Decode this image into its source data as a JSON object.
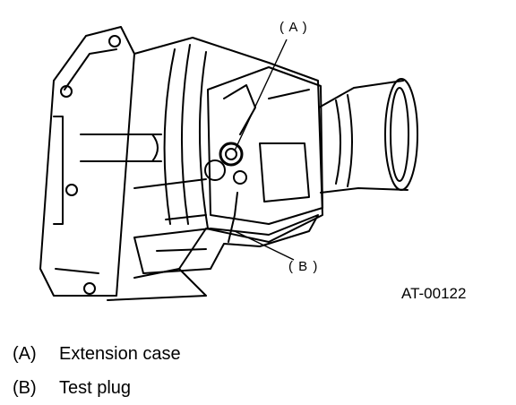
{
  "callouts": {
    "a": "( A )",
    "b": "( B )"
  },
  "figure_id": "AT-00122",
  "legend": [
    {
      "key": "(A)",
      "label": "Extension case"
    },
    {
      "key": "(B)",
      "label": "Test plug"
    }
  ]
}
